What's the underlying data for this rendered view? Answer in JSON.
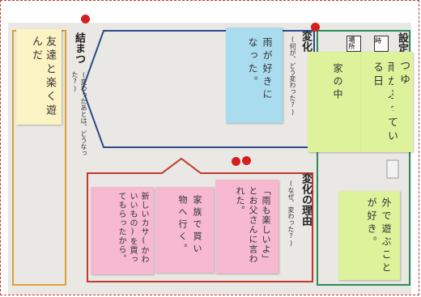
{
  "sections": {
    "ketsumatsu": {
      "title": "結まつ",
      "sub": "(変わったあとは、どうなった?)",
      "note": "友達と楽く遊んだ"
    },
    "henka": {
      "title": "変化",
      "sub": "(何が、どう変わった?)",
      "note": "雨が好きになった。"
    },
    "henka_riyuu": {
      "title": "変化の理由",
      "sub": "(なぜ、変わった?)",
      "notes": [
        "新しいカサ(かわいいもの)を買ってもらったから。",
        "家族で買い物へ行く。",
        "「雨も楽しいよ」とお父さんに言われた。"
      ]
    },
    "settei": {
      "title": "設定",
      "tag_basho": "場所",
      "tag_toki": "時",
      "note_basho": "家の中",
      "note_toki": "雨がふっている日",
      "note_tsuyu": "つゆ",
      "note_bottom": "外で遊ぶことが好き。"
    }
  },
  "colors": {
    "blue_line": "#2c4a8a",
    "red_line": "#c0392b",
    "green_line": "#2e8b57",
    "orange_line": "#e0a030",
    "sticky_yellow": "#fbf3c3",
    "sticky_blue": "#a9dcef",
    "sticky_pink": "#f6b9cf",
    "sticky_green": "#ddf29a",
    "dot_red": "#d41f1f"
  }
}
